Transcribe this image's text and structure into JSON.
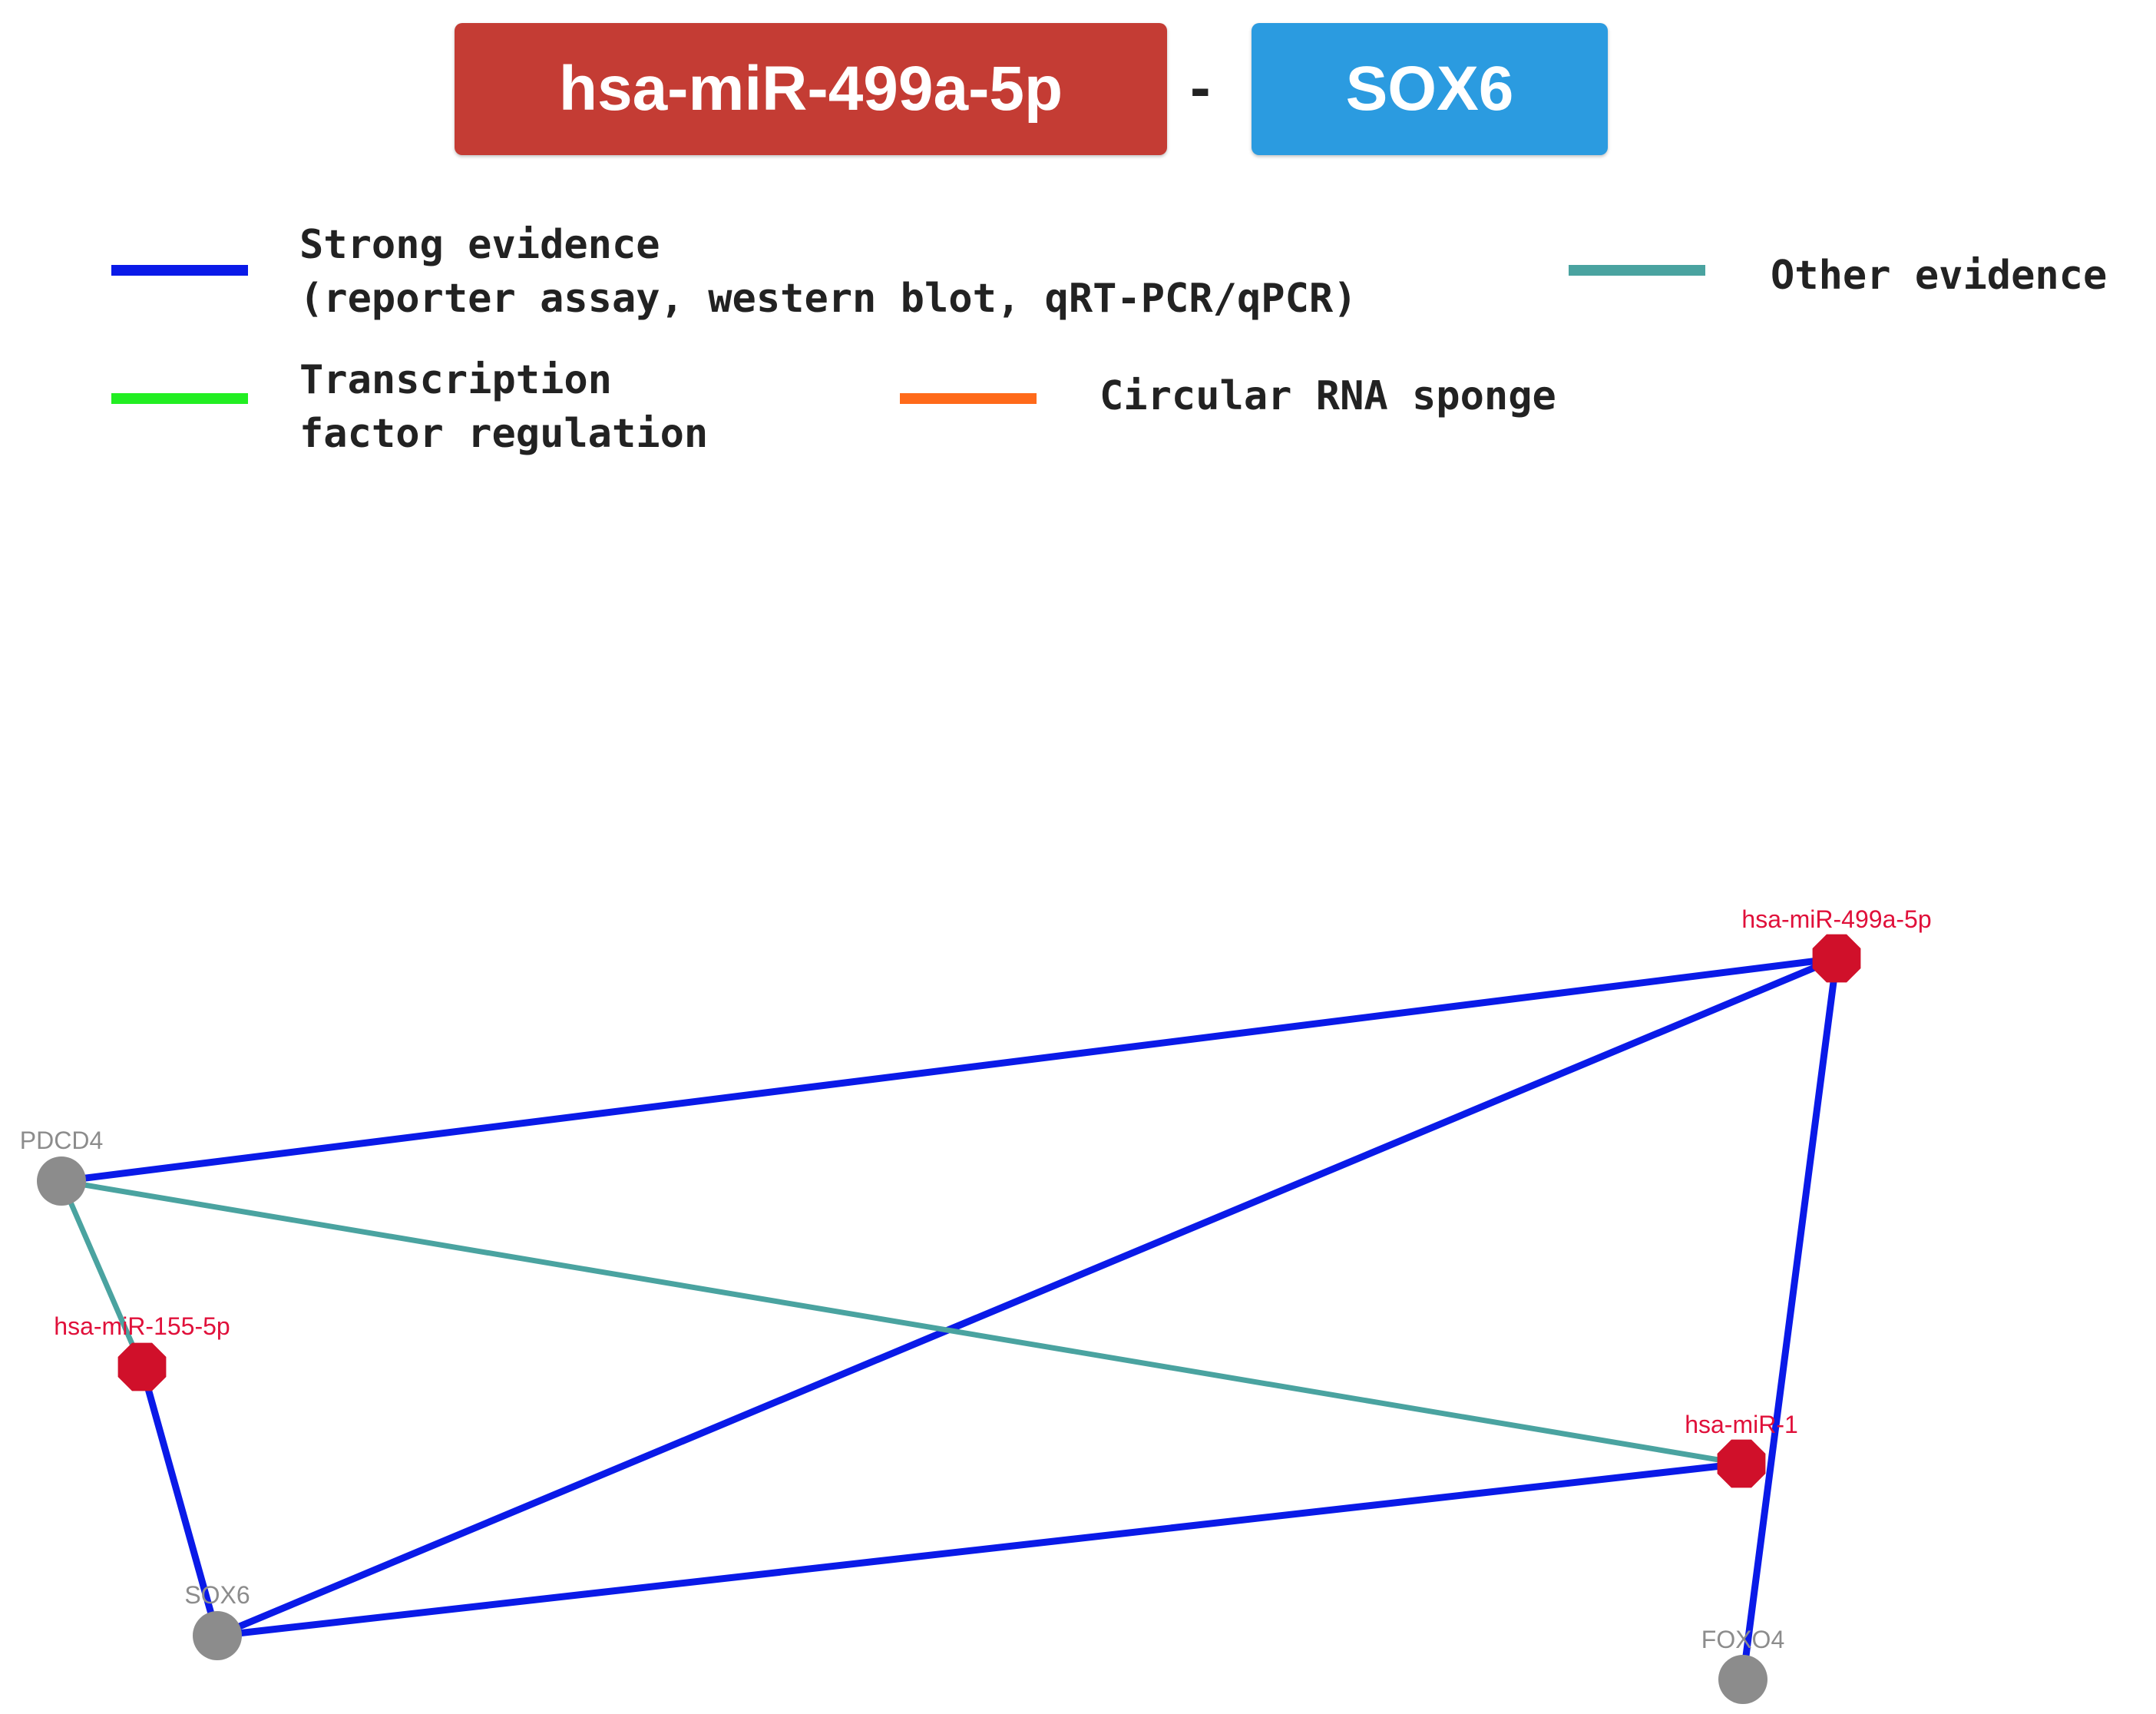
{
  "header": {
    "mirna": "hsa-miR-499a-5p",
    "separator": "-",
    "gene": "SOX6",
    "mirna_color": "#c43c34",
    "gene_color": "#2b9be0"
  },
  "legend": {
    "strong": {
      "line1": "Strong evidence",
      "line2": "(reporter assay, western blot, qRT-PCR/qPCR)",
      "color": "#0a1ae8"
    },
    "other": {
      "label": "Other evidence",
      "color": "#4aa3a0"
    },
    "tf": {
      "line1": "Transcription",
      "line2": "factor regulation",
      "color": "#22ee22"
    },
    "circ": {
      "label": "Circular RNA sponge",
      "color": "#ff6a1a"
    }
  },
  "network": {
    "nodes": [
      {
        "id": "mir499",
        "label": "hsa-miR-499a-5p",
        "kind": "mirna"
      },
      {
        "id": "pdcd4",
        "label": "PDCD4",
        "kind": "gene"
      },
      {
        "id": "mir155",
        "label": "hsa-miR-155-5p",
        "kind": "mirna"
      },
      {
        "id": "mir1",
        "label": "hsa-miR-1",
        "kind": "mirna"
      },
      {
        "id": "sox6",
        "label": "SOX6",
        "kind": "gene"
      },
      {
        "id": "foxo4",
        "label": "FOXO4",
        "kind": "gene"
      }
    ],
    "edges": [
      {
        "from": "mir499",
        "to": "pdcd4",
        "type": "strong"
      },
      {
        "from": "mir499",
        "to": "sox6",
        "type": "strong"
      },
      {
        "from": "mir499",
        "to": "foxo4",
        "type": "strong"
      },
      {
        "from": "pdcd4",
        "to": "mir155",
        "type": "other"
      },
      {
        "from": "pdcd4",
        "to": "mir1",
        "type": "other"
      },
      {
        "from": "mir155",
        "to": "sox6",
        "type": "strong"
      },
      {
        "from": "mir1",
        "to": "sox6",
        "type": "strong"
      }
    ],
    "mirna_color": "#d0102a",
    "gene_color": "#8c8c8c",
    "mirna_label_color": "#e0103a",
    "gene_label_color": "#8c8c8c"
  }
}
